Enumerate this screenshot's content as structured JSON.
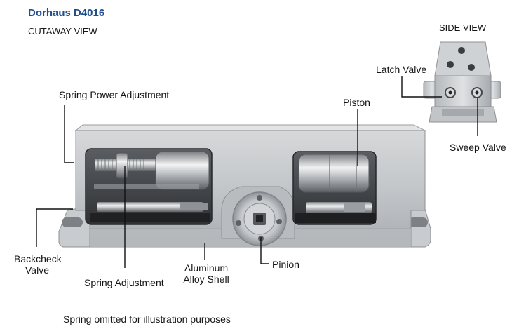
{
  "header": {
    "title": "Dorhaus D4016",
    "subtitle_left": "CUTAWAY VIEW",
    "subtitle_right": "SIDE VIEW"
  },
  "labels": {
    "spring_power_adjustment": "Spring Power Adjustment",
    "piston": "Piston",
    "latch_valve": "Latch Valve",
    "sweep_valve": "Sweep Valve",
    "backcheck_line1": "Backcheck",
    "backcheck_line2": "Valve",
    "spring_adjustment": "Spring Adjustment",
    "aluminum_line1": "Aluminum",
    "aluminum_line2": "Alloy Shell",
    "pinion": "Pinion"
  },
  "footnote": "Spring omitted for illustration purposes"
}
